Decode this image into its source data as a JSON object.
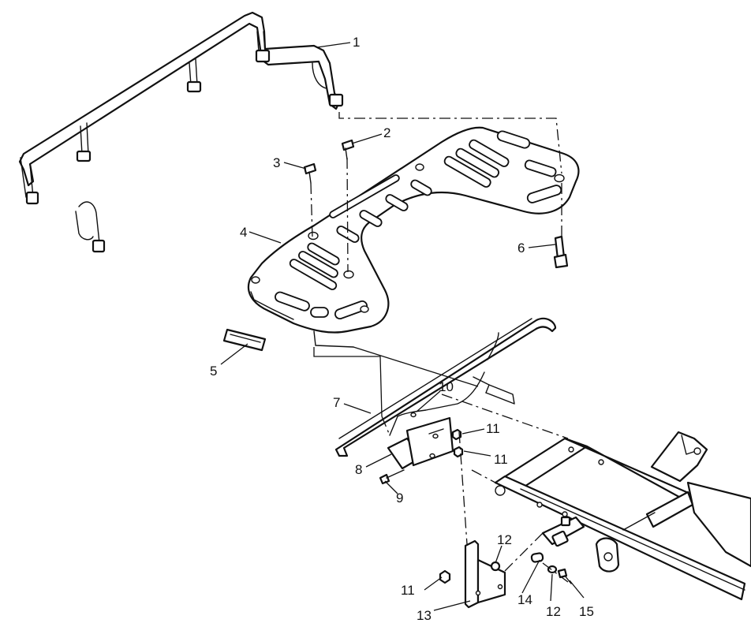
{
  "callouts": {
    "c1": "1",
    "c2": "2",
    "c3": "3",
    "c4": "4",
    "c5": "5",
    "c6": "6",
    "c7": "7",
    "c8": "8",
    "c9": "9",
    "c10": "10",
    "c11a": "11",
    "c11b": "11",
    "c11c": "11",
    "c12a": "12",
    "c12b": "12",
    "c13": "13",
    "c14": "14",
    "c15": "15"
  },
  "colors": {
    "line": "#111111",
    "background": "#ffffff"
  }
}
